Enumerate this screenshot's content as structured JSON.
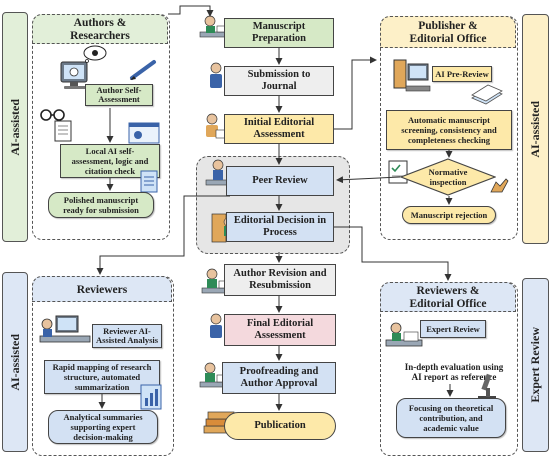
{
  "colors": {
    "green_head": "#e2efd9",
    "green_box": "#d6e9c6",
    "yellow_head": "#fdf0c8",
    "yellow_box": "#fde9a9",
    "blue_head": "#dde7f5",
    "blue_box": "#d3e1f3",
    "pink_box": "#f4d9dd",
    "grey_box": "#eeeeee",
    "center_bg": "#e6e6e6"
  },
  "side_labels": {
    "top_left": "AI-assisted",
    "top_right": "AI-assisted",
    "bottom_left": "AI-assisted",
    "bottom_right": "Expert Review"
  },
  "authors_panel": {
    "title": "Authors &\nResearchers",
    "self_assessment": "Author Self-\nAssessment",
    "local_check": "Local AI self-\nassessment, logic and\ncitation check",
    "polished": "Polished manuscript\nready for submission"
  },
  "publisher_panel": {
    "title": "Publisher &\nEditorial Office",
    "pre_review": "AI Pre-Review",
    "screening": "Automatic manuscript\nscreening, consistency and\ncompleteness checking",
    "normative": "Normative\ninspection",
    "rejection": "Manuscript rejection"
  },
  "reviewers_panel": {
    "title": "Reviewers",
    "ai_analysis": "Reviewer AI-\nAssisted Analysis",
    "mapping": "Rapid mapping of research\nstructure, automated\nsummarization",
    "summaries": "Analytical summaries\nsupporting expert\ndecision-making"
  },
  "expert_panel": {
    "title": "Reviewers &\nEditorial Office",
    "expert_review": "Expert Review",
    "in_depth": "In-depth evaluation using\nAI report as reference",
    "focusing": "Focusing on theoretical\ncontribution, and\nacademic value"
  },
  "flow": {
    "prep": "Manuscript\nPreparation",
    "submission": "Submission to\nJournal",
    "initial": "Initial Editorial\nAssessment",
    "peer": "Peer Review",
    "decision": "Editorial Decision in\nProcess",
    "revision": "Author Revision and\nResubmission",
    "final": "Final Editorial\nAssessment",
    "proofreading": "Proofreading and\nAuthor Approval",
    "publication": "Publication"
  }
}
